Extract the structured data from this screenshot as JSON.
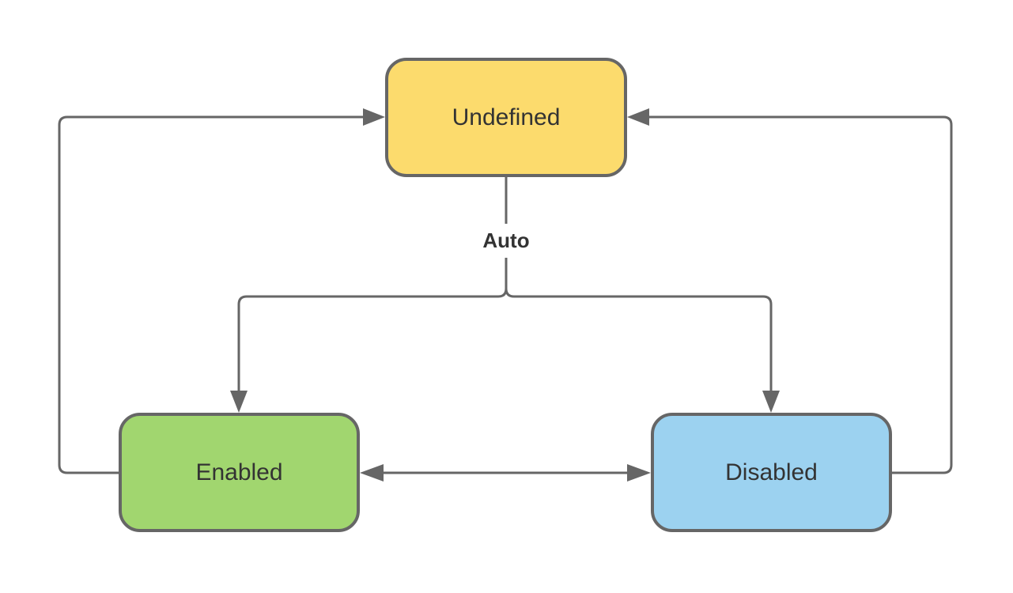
{
  "diagram": {
    "title": "State diagram: Undefined / Enabled / Disabled",
    "background": "#ffffff",
    "line_color": "#666666",
    "text_color": "#333333",
    "nodes": {
      "undefined": {
        "label": "Undefined",
        "fill": "#FCDB6D",
        "border": "#666666"
      },
      "enabled": {
        "label": "Enabled",
        "fill": "#A1D66F",
        "border": "#666666"
      },
      "disabled": {
        "label": "Disabled",
        "fill": "#9CD2F0",
        "border": "#666666"
      }
    },
    "edge_labels": {
      "auto": "Auto"
    },
    "edges": [
      {
        "from": "enabled",
        "to": "undefined",
        "label": ""
      },
      {
        "from": "disabled",
        "to": "undefined",
        "label": ""
      },
      {
        "from": "undefined",
        "to": "enabled",
        "label": "Auto"
      },
      {
        "from": "undefined",
        "to": "disabled",
        "label": "Auto"
      },
      {
        "from": "enabled",
        "to": "disabled",
        "label": "",
        "bidirectional": true
      }
    ]
  }
}
